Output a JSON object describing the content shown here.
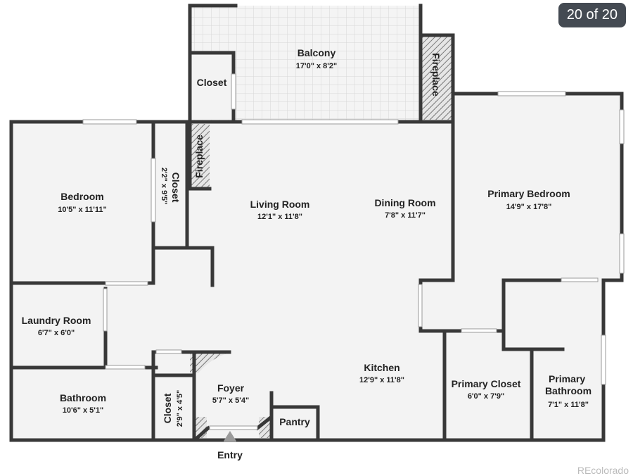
{
  "counter": "20 of 20",
  "entry_label": "Entry",
  "watermark": "REcolorado",
  "rooms": {
    "balcony": {
      "name": "Balcony",
      "dim": "17'0\" x 8'2\""
    },
    "closet_top": {
      "name": "Closet"
    },
    "fireplace_top": {
      "name": "Fireplace"
    },
    "fireplace_inner": {
      "name": "Fireplace"
    },
    "bedroom": {
      "name": "Bedroom",
      "dim": "10'5\" x 11'11\""
    },
    "closet_bed": {
      "name": "Closet",
      "dim": "2'2\" x 9'5\""
    },
    "living": {
      "name": "Living Room",
      "dim": "12'1\" x 11'8\""
    },
    "dining": {
      "name": "Dining Room",
      "dim": "7'8\" x 11'7\""
    },
    "primary_bed": {
      "name": "Primary Bedroom",
      "dim": "14'9\" x 17'8\""
    },
    "laundry": {
      "name": "Laundry Room",
      "dim": "6'7\" x 6'0\""
    },
    "bathroom": {
      "name": "Bathroom",
      "dim": "10'6\" x 5'1\""
    },
    "closet_foyer": {
      "name": "Closet",
      "dim": "2'9\" x 4'5\""
    },
    "foyer": {
      "name": "Foyer",
      "dim": "5'7\" x 5'4\""
    },
    "pantry": {
      "name": "Pantry"
    },
    "kitchen": {
      "name": "Kitchen",
      "dim": "12'9\" x 11'8\""
    },
    "primary_closet": {
      "name": "Primary Closet",
      "dim": "6'0\" x 7'9\""
    },
    "primary_bath": {
      "name": "Primary Bathroom",
      "dim": "7'1\" x 11'8\""
    }
  }
}
